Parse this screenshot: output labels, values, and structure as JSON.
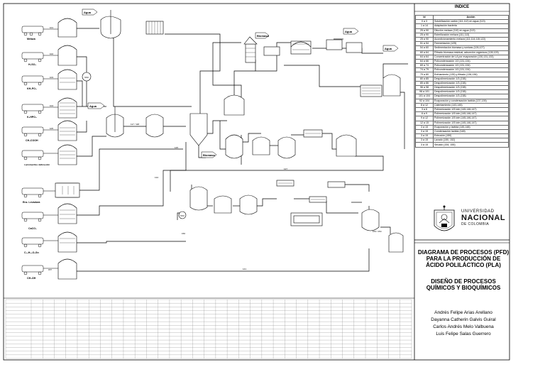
{
  "index": {
    "title": "INDICE",
    "col1": "Id",
    "col2": "Acción",
    "rows": [
      [
        "0 a 3",
        "Solubilización cartón (111,112) en agua (113)"
      ],
      [
        "1 a 14",
        "Adaptación bacteria"
      ],
      [
        "25 a 90",
        "Dilución melaza (110) en agua (113)"
      ],
      [
        "25 a 90",
        "Esterilización melaza (111,113)"
      ],
      [
        "25 a 90",
        "Acondicionamiento melaza (111,114,115,122)"
      ],
      [
        "51 a 54",
        "Fermentación (125)"
      ],
      [
        "54 a 60",
        "Sedimentación biomasa y sonicas (126,127)"
      ],
      [
        "60 a 64",
        "Filtrado biomasa residual, adsorción orgánicos (128,129)"
      ],
      [
        "64 a 64",
        "Concentración de LA por evaporación (130,131,133)"
      ],
      [
        "64 a 66",
        "Policondensación 1/3 (131,134)"
      ],
      [
        "69 a 74",
        "Policondensación 1/3 (131,134)"
      ],
      [
        "74 a 79",
        "Policondensación 1/3 (131,134)"
      ],
      [
        "79 a 80",
        "Enfriamiento (135) y filtrado (136,136)"
      ],
      [
        "80 a 85",
        "Despolimerización 1/3 (138)"
      ],
      [
        "85 a 86",
        "Despolimerización 1/3 (138)"
      ],
      [
        "96 a 98",
        "Despolimerización 1/3 (138)"
      ],
      [
        "98 a 101",
        "Despolimerización 1/3 (138)"
      ],
      [
        "101 a 104",
        "Despolimerización 1/3 (138)"
      ],
      [
        "92 a 104",
        "Evaporación y condensación lactida (137,139)"
      ],
      [
        "8 a 12",
        "Calentamiento (143,145)"
      ],
      [
        "3 a 6",
        "Polimerización 1/5 lote (145,146,147)"
      ],
      [
        "6 a 9",
        "Polimerización 1/5 lote (145,146,147)"
      ],
      [
        "9 a 12",
        "Polimerización 1/5 lote (145,146,147)"
      ],
      [
        "12 a 15",
        "Polimerización 1/5 lote (145,146,147)"
      ],
      [
        "3 a 15",
        "Evaporación y lactida (145,148)"
      ],
      [
        "3 a 15",
        "Condensación lactida (148)"
      ],
      [
        "3 a 15",
        "Extrusión (150)"
      ],
      [
        "3 a 15",
        "Lavado (150, 152)"
      ],
      [
        "3 a 15",
        "Secado (154, 155)"
      ]
    ]
  },
  "logo": {
    "line1": "UNIVERSIDAD",
    "line2": "NACIONAL",
    "line3": "DE COLOMBIA"
  },
  "title_block": {
    "title": "DIAGRAMA DE PROCESOS (PFD) PARA LA PRODUCCIÓN DE ÁCIDO POLILÁCTICO (PLA)",
    "course": "DISEÑO DE PROCESOS QUÍMICOS Y BIOQUÍMICOS",
    "authors": [
      "Andrés Felipe Arias Arellano",
      "Dayanna Catherin Galvis Guiral",
      "Carlos Andrés Melo Valbuena",
      "Luis Felipe Salas Guerrero"
    ]
  },
  "feeds": {
    "melaza": "Melaza",
    "h2so4": "H₂SO₄",
    "kh2po4": "KH₂PO₄",
    "k2hpo4": "K₂HPO₄",
    "ch3cooh": "CH₃COOH",
    "lactobacillus": "Lactobacillus delbrueckii",
    "leuco": "Enz. Levadura",
    "caco3": "CaCO₃",
    "catalyst": "C₁₆H₃₀O₄Sn",
    "ch3oh": "CH₃OH"
  },
  "tags": {
    "agua1": "Agua",
    "agua2": "Agua",
    "agua3": "Agua",
    "agua4": "Agua",
    "biomasa1": "Biomasa",
    "biomasa2": "Biomasa",
    "ssc1": "SSC",
    "ssc2": "SSC",
    "s101": "101",
    "s102": "102",
    "s103": "103",
    "s104": "104",
    "s105": "105",
    "s117": "117 / 118",
    "s125": "125",
    "s127": "127",
    "s134": "134",
    "s141": "141",
    "s150": "150",
    "s153": "153 / 154",
    "s157": "157"
  }
}
